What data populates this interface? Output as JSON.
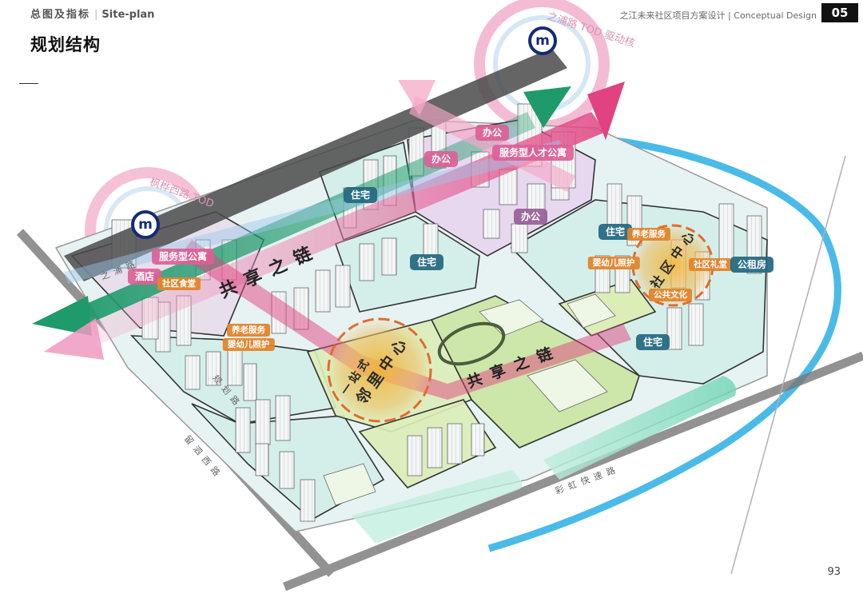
{
  "header": {
    "section_cn": "总图及指标",
    "separator": "|",
    "section_en": "Site-plan",
    "page_title": "规划结构",
    "project": "之江未来社区项目方案设计 | Conceptual Design",
    "page_badge": "05"
  },
  "footer": {
    "page_number": "93"
  },
  "tod_labels": {
    "north": "之浦路 TOD 驱动核",
    "west": "枫桦西路 TOD"
  },
  "metro_symbol": "m",
  "function_labels": {
    "office_1": "办公",
    "office_2": "办公",
    "office_3": "办公",
    "talent_apartment": "服务型人才公寓",
    "residential_1": "住宅",
    "residential_2": "住宅",
    "residential_3": "住宅",
    "residential_4": "住宅",
    "service_apartment": "服务型公寓",
    "hotel": "酒店",
    "community_canteen": "社区食堂",
    "elderly_west": "养老服务",
    "childcare_west": "婴幼儿照护",
    "elderly_east": "养老服务",
    "childcare_east": "婴幼儿照护",
    "community_hall": "社区礼堂",
    "public_rental": "公租房",
    "public_culture": "公共文化"
  },
  "axis_labels": {
    "shared_axis_north": "共享之链",
    "shared_axis_south": "共享之链"
  },
  "center_labels": {
    "neighborhood_center": "邻里中心",
    "community_center": "社区中心",
    "neighborhood_center_secondary": "一站式"
  },
  "road_labels": {
    "road_north": "之浦路",
    "road_west": "留泗西路",
    "road_south": "彩虹快速路",
    "road_middle": "规划路"
  },
  "colors": {
    "shared_axis_pink": "#e0437f",
    "green_arrow": "#1f9a6b",
    "dark_road": "#555555",
    "cyan_ring": "#36b4e6",
    "residential_fill": "#cfeee7",
    "office_fill": "#e4cfee",
    "school_fill": "#c9e6a1",
    "center_orange": "#ecaa30",
    "metro_blue": "#142a78"
  }
}
